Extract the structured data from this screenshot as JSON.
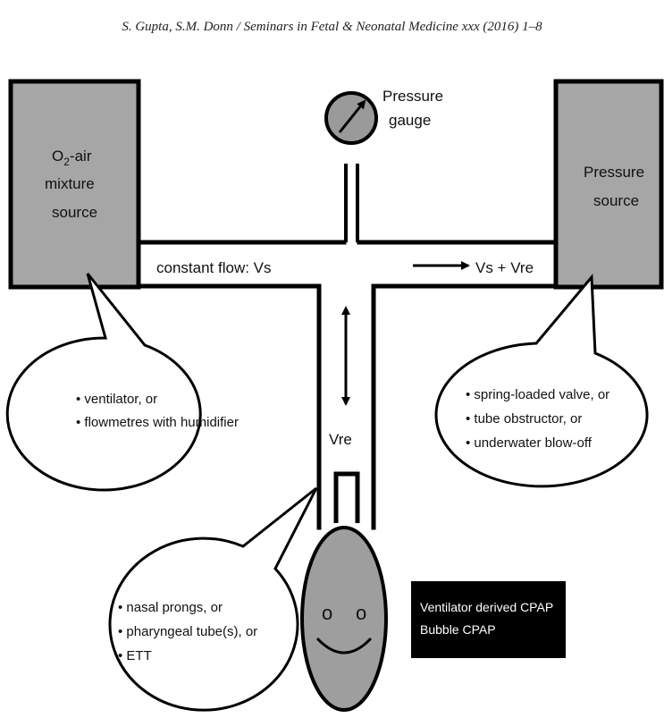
{
  "header": "S. Gupta, S.M. Donn / Seminars in Fetal & Neonatal Medicine xxx (2016) 1–8",
  "gauge": {
    "line1": "Pressure",
    "line2": "gauge"
  },
  "left_box": {
    "line1_main": "O",
    "line1_sub": "2",
    "line1_tail": "-air",
    "line2": "mixture",
    "line3": "source"
  },
  "right_box": {
    "line1": "Pressure",
    "line2": "source"
  },
  "flow": {
    "constant": "constant flow: Vs",
    "sum": "Vs + Vre",
    "vre": "Vre"
  },
  "bubble_left": {
    "item1": "• ventilator, or",
    "item2": "• flowmetres with humidifier"
  },
  "bubble_right": {
    "item1": "• spring-loaded valve, or",
    "item2": "• tube obstructor, or",
    "item3": "• underwater blow-off"
  },
  "bubble_bottom": {
    "item1": "• nasal prongs, or",
    "item2": "• pharyngeal tube(s), or",
    "item3": "• ETT"
  },
  "face": {
    "eye": "o"
  },
  "legend": {
    "line1": "Ventilator derived CPAP",
    "line2": "Bubble CPAP"
  },
  "colors": {
    "box_fill": "#a6a6a6",
    "face_fill": "#9e9e9e",
    "legend_fill": "#000000",
    "legend_text": "#ffffff",
    "stroke": "#000000"
  }
}
